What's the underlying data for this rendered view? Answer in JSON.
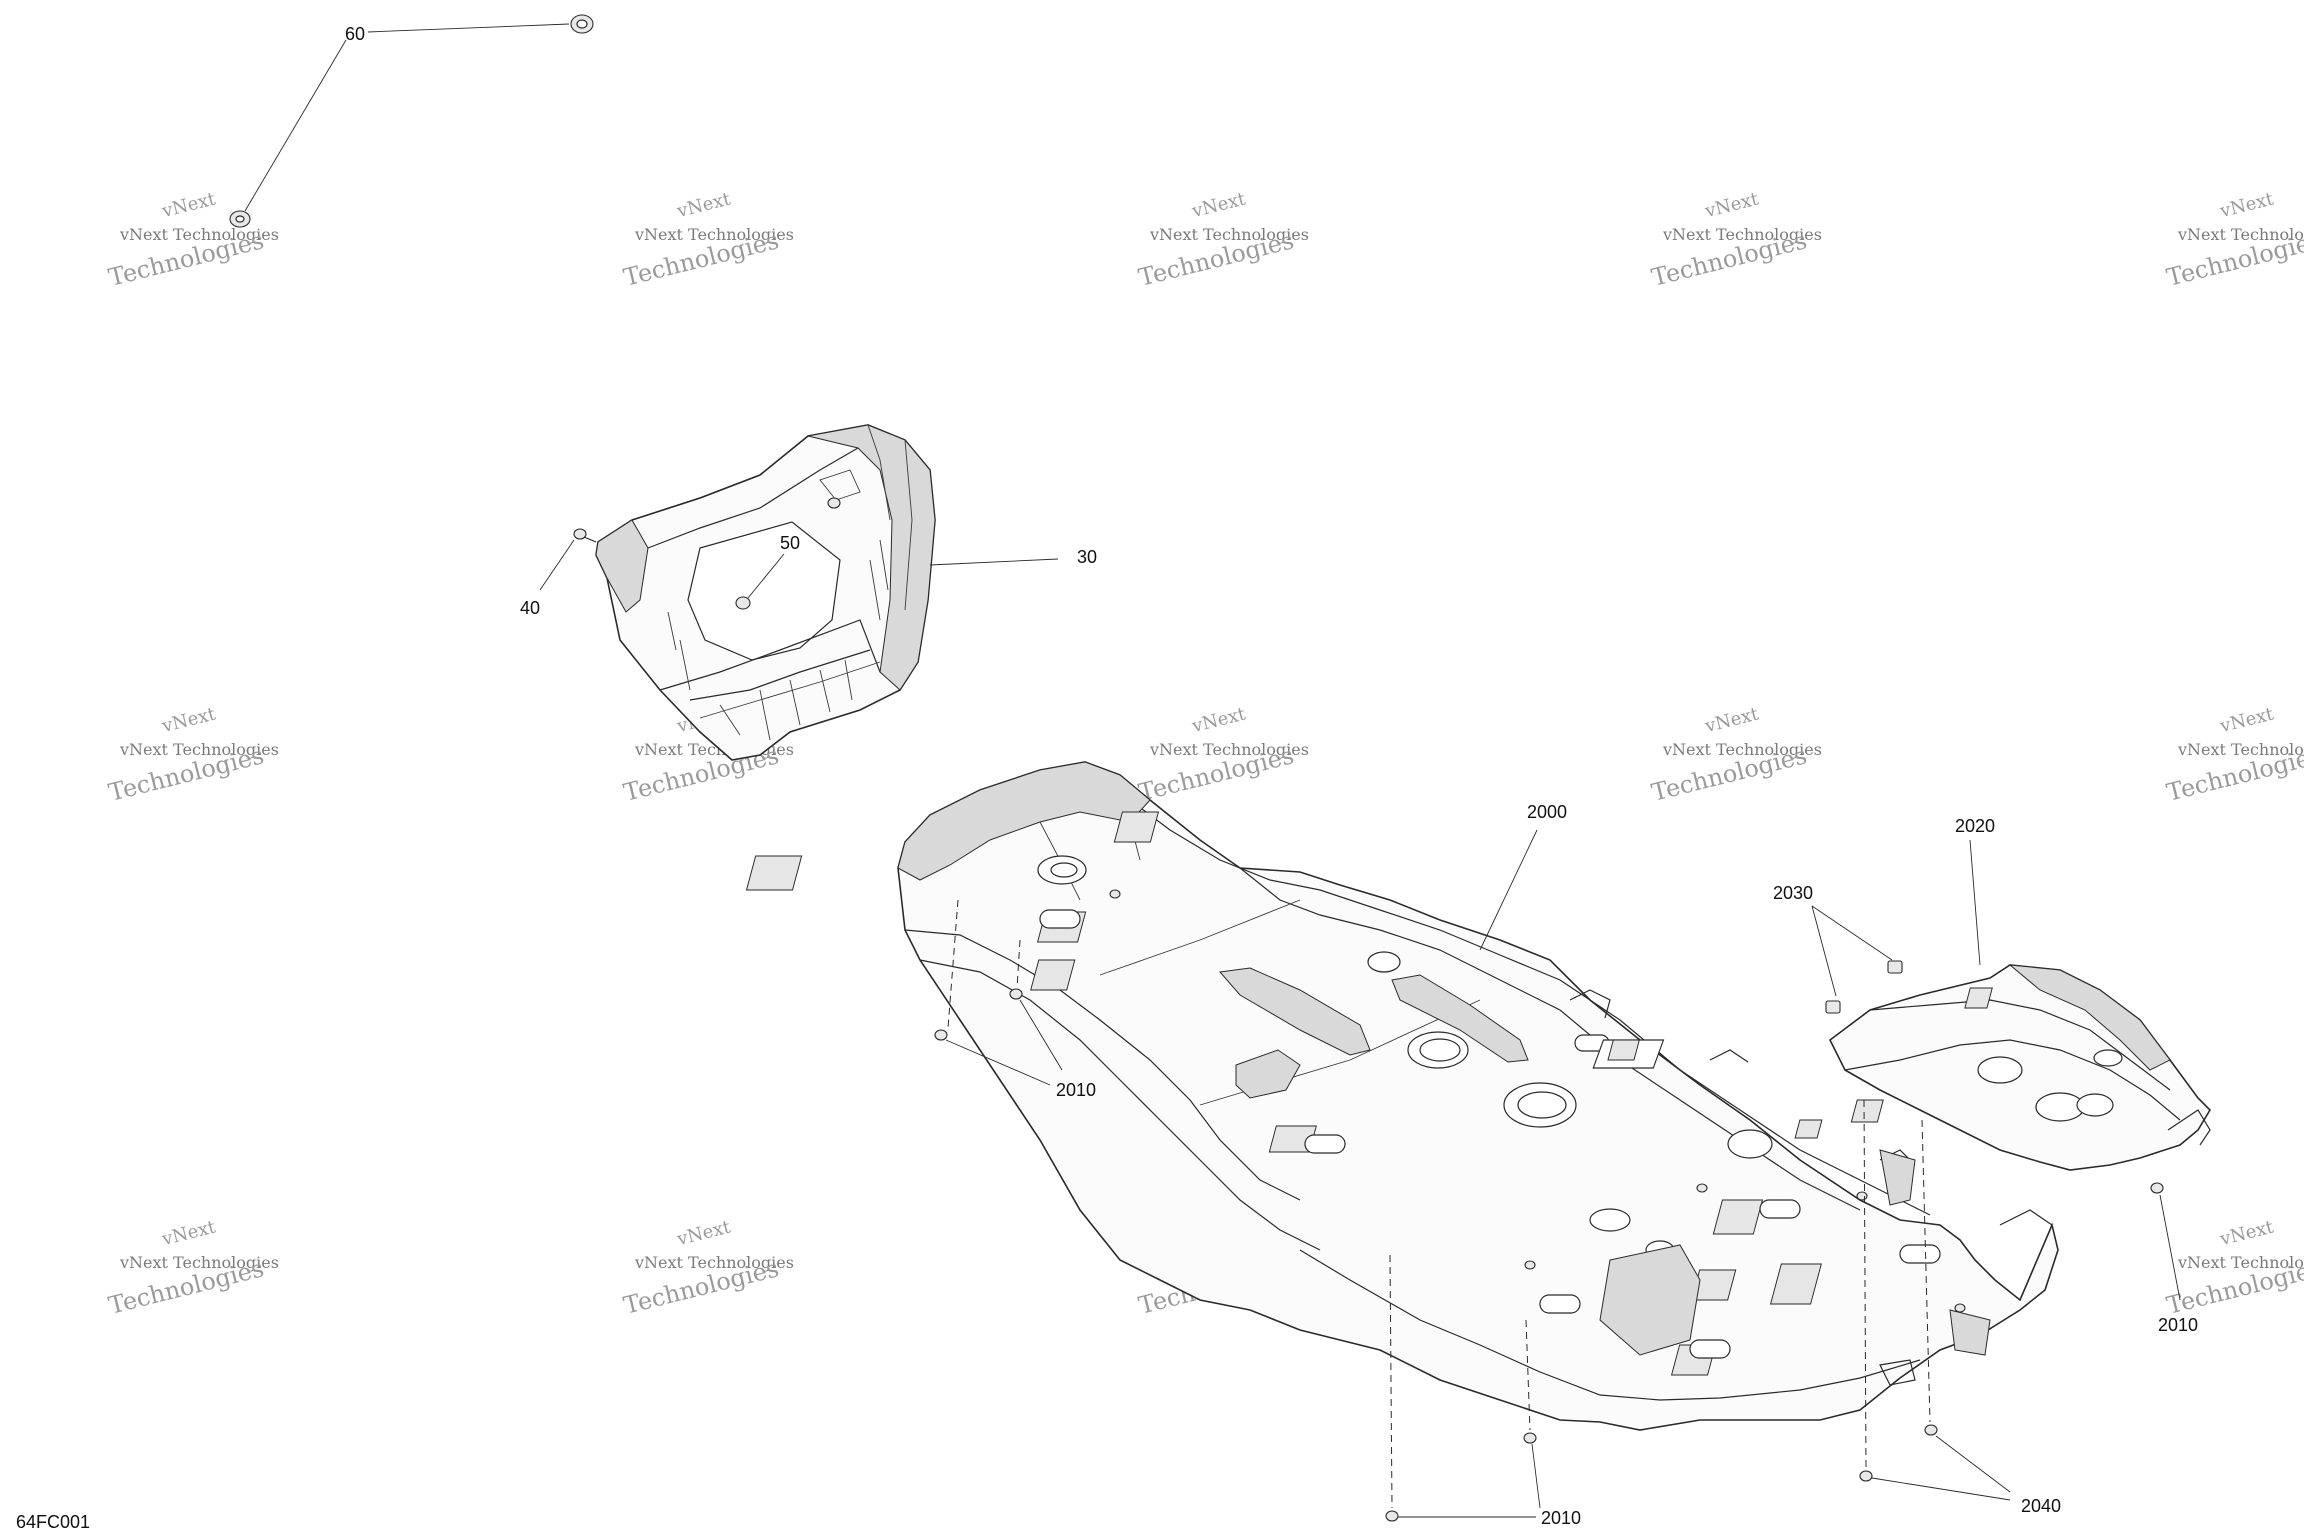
{
  "diagram_code": "64FC001",
  "callouts": {
    "c60": "60",
    "c30": "30",
    "c40": "40",
    "c50": "50",
    "c2000": "2000",
    "c2020": "2020",
    "c2030": "2030",
    "c2010_left": "2010",
    "c2010_right": "2010",
    "c2010_bottom": "2010",
    "c2040": "2040"
  },
  "watermark": {
    "line1": "vNext Technologies",
    "line2": "Technologies",
    "logo": "vNext"
  },
  "colors": {
    "line": "#2a2a2a",
    "shade": "#d9d9d9",
    "watermark": "#9a9a9a"
  }
}
